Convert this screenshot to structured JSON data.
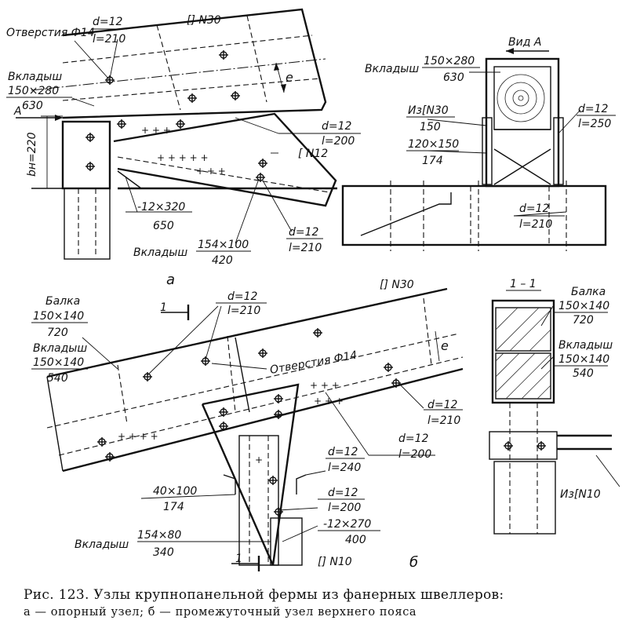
{
  "labels": {
    "a_hole": "Отверстия Ф14",
    "a_bolt1_d": "d=12",
    "a_bolt1_l": "l=210",
    "a_channel": "[] N30",
    "a_insert_name": "Вкладыш",
    "a_insert_num": "150×280",
    "a_insert_den": "630",
    "a_arrow": "A",
    "a_height": "bн=220",
    "a_e": "e",
    "a_bolt2_d": "d=12",
    "a_bolt2_l": "l=200",
    "a_n12": "[ N12",
    "a_plate_num": "-12×320",
    "a_plate_den": "650",
    "a_bolt3_d": "d=12",
    "a_bolt3_l": "l=210",
    "a_ins2_name": "Вкладыш",
    "a_ins2_num": "154×100",
    "a_ins2_den": "420",
    "a_letter": "а",
    "v_title": "Вид A",
    "v_ins_name": "Вкладыш",
    "v_ins_num": "150×280",
    "v_ins_den": "630",
    "v_from_num": "Из[N30",
    "v_from_den": "150",
    "v_pl_num": "120×150",
    "v_pl_den": "174",
    "v_b1_d": "d=12",
    "v_b1_l": "l=250",
    "v_b2_d": "d=12",
    "v_b2_l": "l=210",
    "b_beam_name": "Балка",
    "b_beam_num": "150×140",
    "b_beam_den": "720",
    "b_ins_name": "Вкладыш",
    "b_ins_num": "150×140",
    "b_ins_den": "540",
    "b_sec": "1",
    "b_bolt1_d": "d=12",
    "b_bolt1_l": "l=210",
    "b_channel": "[] N30",
    "b_hole": "Отверстия Ф14",
    "b_e": "e",
    "b_bolt2_d": "d=12",
    "b_bolt2_l": "l=210",
    "b_bolt3_d": "d=12",
    "b_bolt3_l": "l=200",
    "b_bolt4_d": "d=12",
    "b_bolt4_l": "l=240",
    "b_pl_num": "40×100",
    "b_pl_den": "174",
    "b_bolt5_d": "d=12",
    "b_bolt5_l": "l=200",
    "b_plate_num": "-12×270",
    "b_plate_den": "400",
    "b_ins2_name": "Вкладыш",
    "b_ins2_num": "154×80",
    "b_ins2_den": "340",
    "b_n10": "[] N10",
    "b_letter": "б",
    "s_title": "1 – 1",
    "s_beam_name": "Балка",
    "s_beam_num": "150×140",
    "s_beam_den": "720",
    "s_ins_name": "Вкладыш",
    "s_ins_num": "150×140",
    "s_ins_den": "540",
    "s_from": "Из[N10"
  },
  "caption": {
    "line1": "Рис. 123. Узлы крупнопанельной фермы из фанерных швеллеров:",
    "line2": "а — опорный узел; б — промежуточный узел верхнего пояса"
  }
}
